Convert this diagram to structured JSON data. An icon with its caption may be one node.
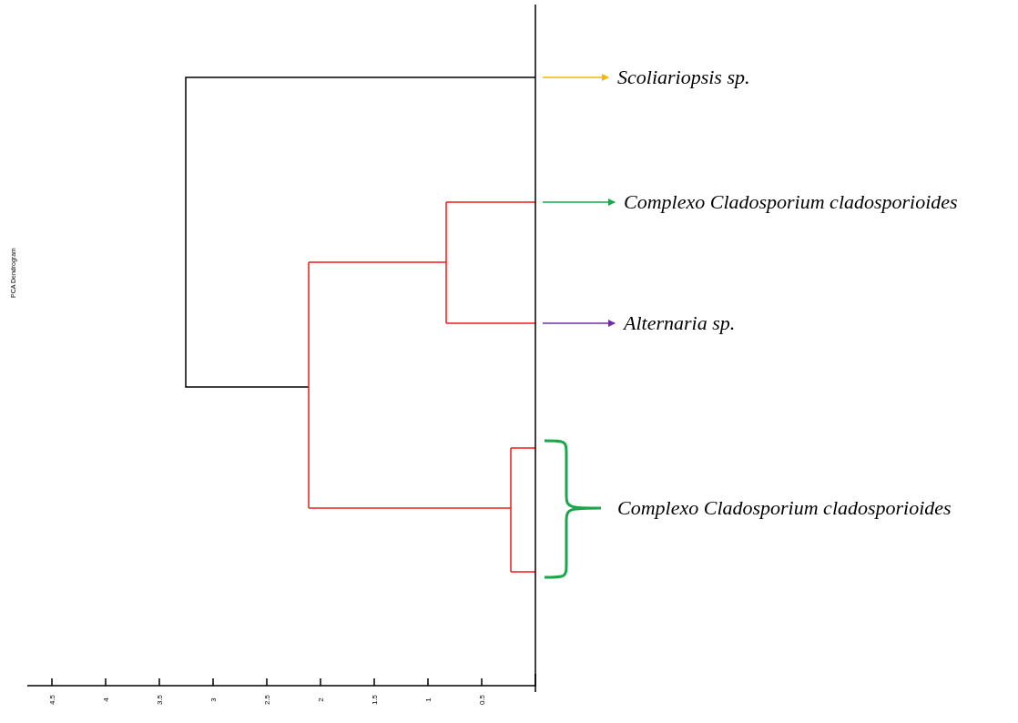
{
  "diagram": {
    "nodes": [
      {
        "text": [
          "Scoliariopsis sp."
        ]
      },
      {
        "text": [
          "Complexo Cladosporium cladosporioides"
        ]
      },
      {
        "text": [
          "Alternaria sp."
        ]
      },
      {
        "text": [
          "Complexo Cladosporium cladosporioides"
        ]
      }
    ],
    "edges": [
      {
        "from": null,
        "to": 0,
        "arrow": "to",
        "color": "#f5b800"
      },
      {
        "from": null,
        "to": 1,
        "arrow": "to",
        "color": "#1aa64a"
      },
      {
        "from": null,
        "to": 2,
        "arrow": "to",
        "color": "#7030a0"
      }
    ],
    "labels": [
      "PCA Dendrogram",
      "4.5",
      "4",
      "3.5",
      "3",
      "2.5",
      "2",
      "1.5",
      "1",
      "0.5"
    ]
  }
}
